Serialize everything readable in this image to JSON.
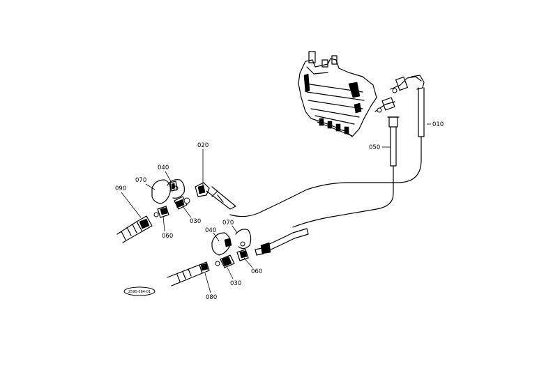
{
  "diagram": {
    "callouts": {
      "c010": "010",
      "c020": "020",
      "c030a": "030",
      "c030b": "030",
      "c040a": "040",
      "c040b": "040",
      "c050": "050",
      "c060a": "060",
      "c060b": "060",
      "c070a": "070",
      "c070b": "070",
      "c080": "080",
      "c090": "090"
    },
    "drawing_code": "2590-064-01"
  }
}
